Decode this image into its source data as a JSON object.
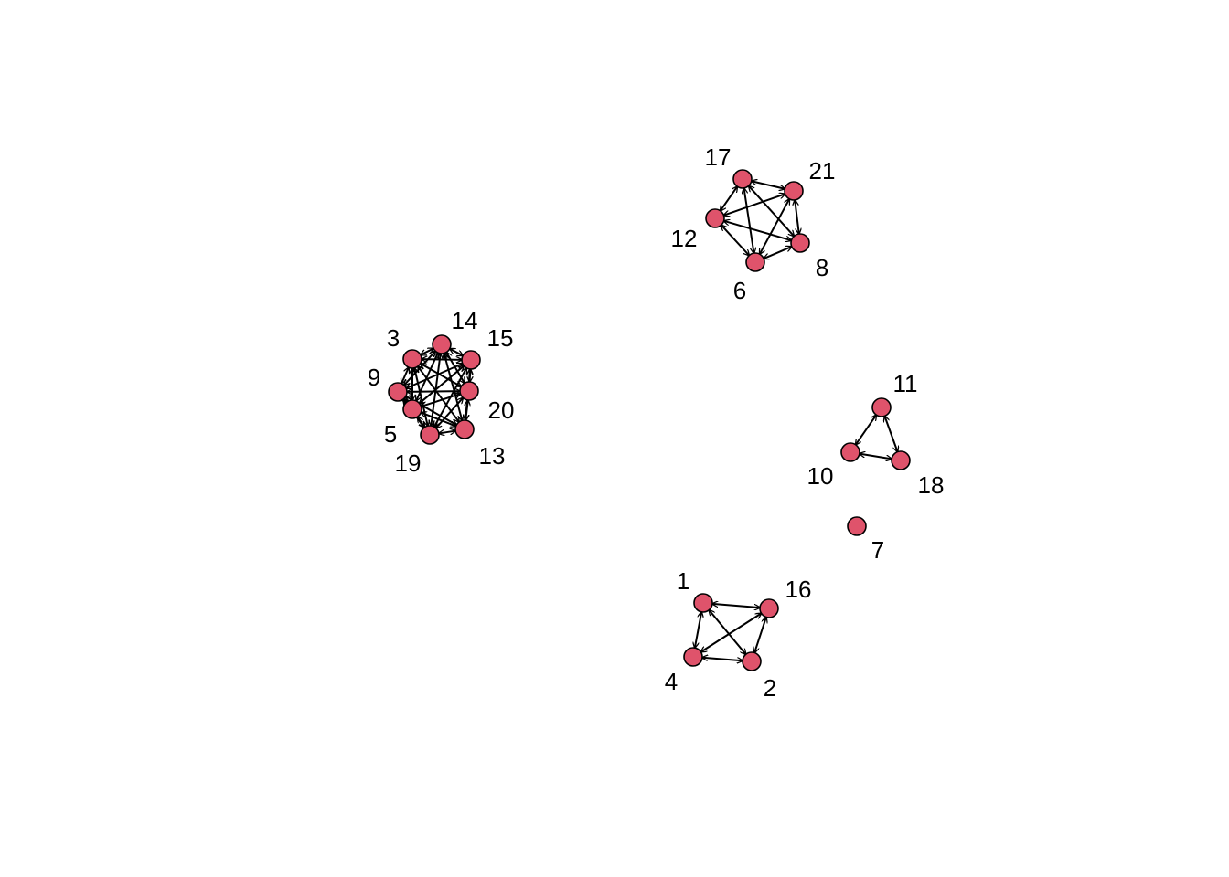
{
  "colors": {
    "node_fill": "#DF536B",
    "node_stroke": "#000000",
    "edge": "#000000",
    "background": "#FFFFFF"
  },
  "graph": {
    "directed": true,
    "nodes": [
      {
        "id": "1",
        "label": "1"
      },
      {
        "id": "2",
        "label": "2"
      },
      {
        "id": "3",
        "label": "3"
      },
      {
        "id": "4",
        "label": "4"
      },
      {
        "id": "5",
        "label": "5"
      },
      {
        "id": "6",
        "label": "6"
      },
      {
        "id": "7",
        "label": "7"
      },
      {
        "id": "8",
        "label": "8"
      },
      {
        "id": "9",
        "label": "9"
      },
      {
        "id": "10",
        "label": "10"
      },
      {
        "id": "11",
        "label": "11"
      },
      {
        "id": "12",
        "label": "12"
      },
      {
        "id": "13",
        "label": "13"
      },
      {
        "id": "14",
        "label": "14"
      },
      {
        "id": "15",
        "label": "15"
      },
      {
        "id": "16",
        "label": "16"
      },
      {
        "id": "17",
        "label": "17"
      },
      {
        "id": "18",
        "label": "18"
      },
      {
        "id": "19",
        "label": "19"
      },
      {
        "id": "20",
        "label": "20"
      },
      {
        "id": "21",
        "label": "21"
      }
    ],
    "components": [
      [
        "3",
        "14",
        "15",
        "9",
        "20",
        "5",
        "19",
        "13"
      ],
      [
        "17",
        "21",
        "12",
        "8",
        "6"
      ],
      [
        "11",
        "10",
        "18"
      ],
      [
        "7"
      ],
      [
        "1",
        "16",
        "4",
        "2"
      ]
    ],
    "edge_mode": "bidirectional-complete-within-component"
  }
}
